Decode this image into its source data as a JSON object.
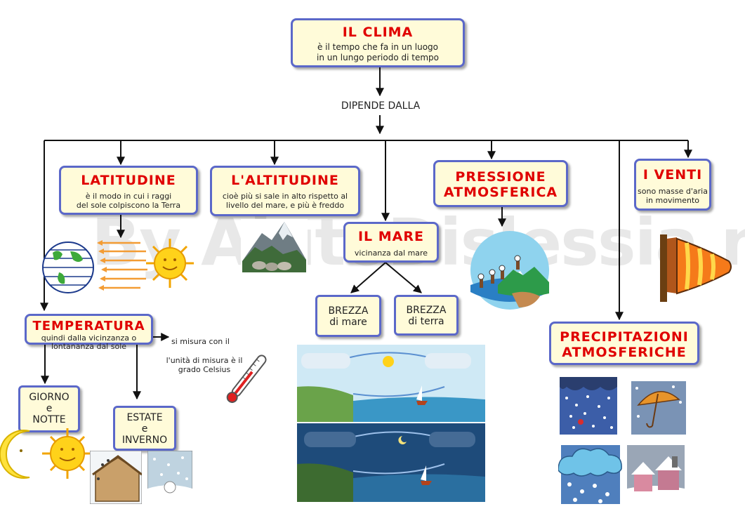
{
  "watermark": "By AiutoDislessia.net",
  "root": {
    "title": "IL CLIMA",
    "desc_line1": "è il tempo che fa in un luogo",
    "desc_line2": "in un lungo periodo di tempo"
  },
  "connector": "DIPENDE DALLA",
  "latitudine": {
    "title": "LATITUDINE",
    "desc_line1": "è il modo in cui i raggi",
    "desc_line2": "del sole colpiscono la Terra"
  },
  "altitudine": {
    "title": "L'ALTITUDINE",
    "desc_line1": "cioè più si sale in alto rispetto al",
    "desc_line2": "livello del mare, e più è freddo"
  },
  "mare": {
    "title": "IL MARE",
    "desc_line1": "vicinanza dal mare"
  },
  "pressione": {
    "title_line1": "PRESSIONE",
    "title_line2": "ATMOSFERICA"
  },
  "venti": {
    "title": "I VENTI",
    "desc_line1": "sono masse d'aria",
    "desc_line2": "in movimento"
  },
  "temperatura": {
    "title": "TEMPERATURA",
    "desc_line1": "quindi dalla vicinzanza o",
    "desc_line2": "lontananza dal sole"
  },
  "misura": {
    "line1": "si misura con il",
    "line2": "l'unità di misura è il",
    "line3": "grado Celsius"
  },
  "giorno_notte": {
    "line1": "GIORNO",
    "line2": "e",
    "line3": "NOTTE"
  },
  "estate_inverno": {
    "line1": "ESTATE",
    "line2": "e",
    "line3": "INVERNO"
  },
  "brezza_mare": {
    "line1": "BREZZA",
    "line2": "di mare"
  },
  "brezza_terra": {
    "line1": "BREZZA",
    "line2": "di terra"
  },
  "precipitazioni": {
    "title_line1": "PRECIPITAZIONI",
    "title_line2": "ATMOSFERICHE"
  },
  "colors": {
    "node_border": "#5b68c9",
    "node_fill": "#fffbd9",
    "title_red": "#e00000"
  }
}
